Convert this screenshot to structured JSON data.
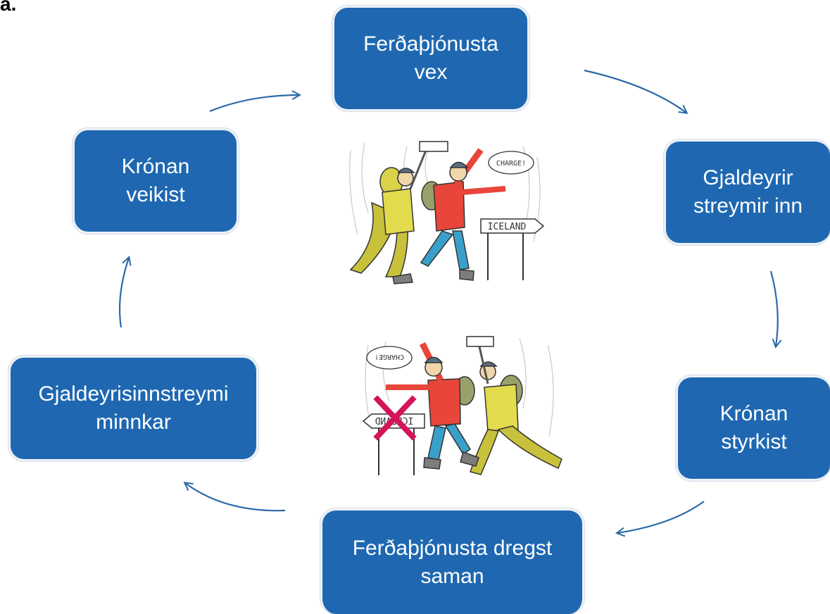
{
  "corner_label": "a.",
  "cycle": [
    {
      "line1": "Ferðaþjónusta",
      "line2": "vex"
    },
    {
      "line1": "Gjaldeyrir",
      "line2": "streymir inn"
    },
    {
      "line1": "Krónan",
      "line2": "styrkist"
    },
    {
      "line1": "Ferðaþjónusta dregst",
      "line2": "saman"
    },
    {
      "line1": "Gjaldeyrisinnstreymi",
      "line2": "minnkar"
    },
    {
      "line1": "Krónan",
      "line2": "veikist"
    }
  ],
  "illustrations": {
    "top": {
      "sign_text": "ICELAND",
      "speech_text": "CHARGE!"
    },
    "bottom": {
      "sign_text": "ICELAND",
      "speech_text": "CHARGE!"
    }
  },
  "colors": {
    "box_fill": "#1f68b1",
    "arrow": "#2b6aa8",
    "cross": "#d4145a",
    "jacket": "#e8463a",
    "coat": "#d8cf3a"
  }
}
